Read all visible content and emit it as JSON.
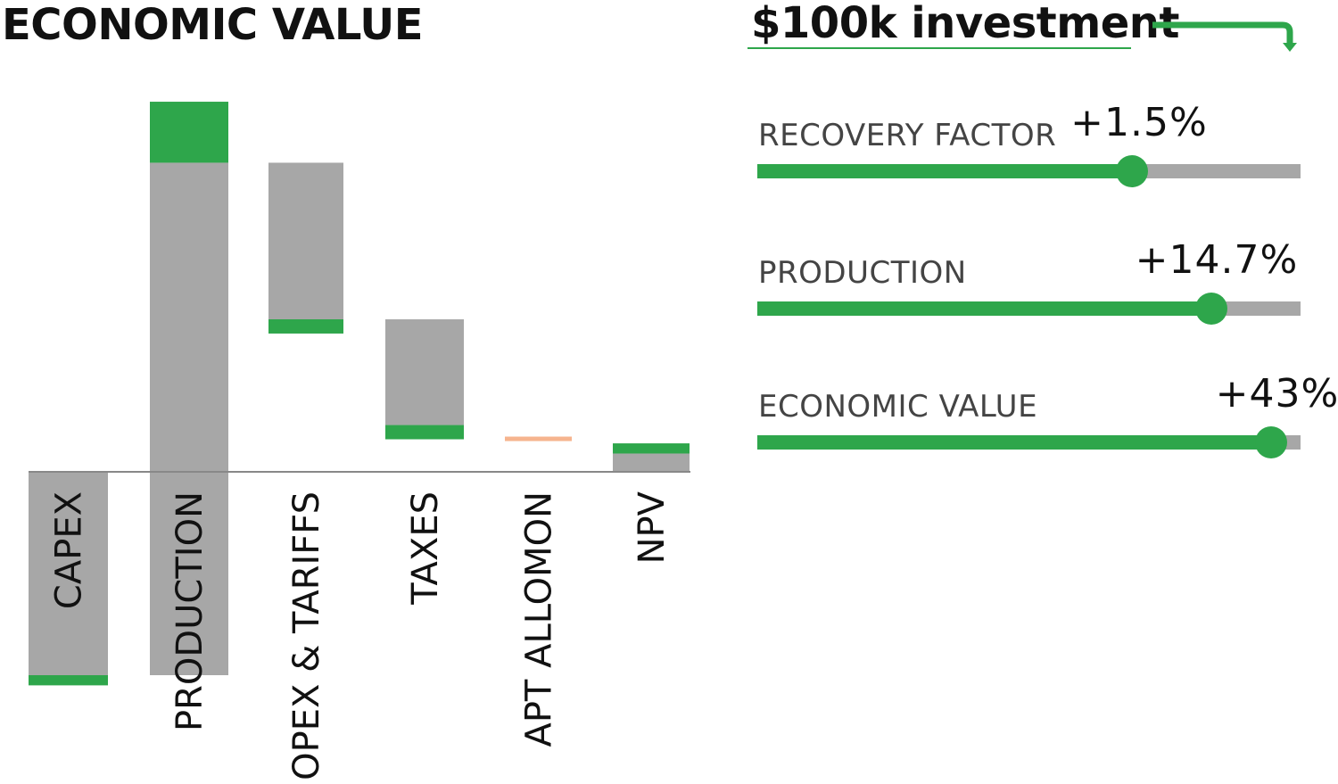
{
  "title": "ECONOMIC VALUE",
  "investment": {
    "label": "$100k investment",
    "accent_color": "#2ea64b"
  },
  "sliders": [
    {
      "label": "RECOVERY FACTOR",
      "value_text": "+1.5%",
      "level": 0.69
    },
    {
      "label": "PRODUCTION",
      "value_text": "+14.7%",
      "level": 0.835
    },
    {
      "label": "ECONOMIC VALUE",
      "value_text": "+43%",
      "level": 0.945
    }
  ],
  "colors": {
    "base": "#a7a7a7",
    "increase": "#2ea64b",
    "negligible": "#f6b48e",
    "slider_track": "#a7a7a7"
  },
  "chart_data": {
    "type": "bar",
    "subtype": "waterfall",
    "categories": [
      "CAPEX",
      "PRODUCTION",
      "OPEX & TARIFFS",
      "TAXES",
      "APT ALLOMON",
      "NPV"
    ],
    "base_range": [
      [
        -100,
        0
      ],
      [
        -100,
        152
      ],
      [
        75,
        152
      ],
      [
        23,
        75
      ],
      [
        0,
        0
      ],
      [
        0,
        9
      ]
    ],
    "increase_range": [
      [
        -105,
        -100
      ],
      [
        152,
        182
      ],
      [
        68,
        75
      ],
      [
        16,
        23
      ],
      [
        0,
        0
      ],
      [
        9,
        14
      ]
    ],
    "negligible_marks": [
      {
        "category": "APT ALLOMON",
        "value": 16
      }
    ],
    "ylim": [
      -105,
      182
    ],
    "zero_line": true,
    "grid": false,
    "legend": "none"
  }
}
